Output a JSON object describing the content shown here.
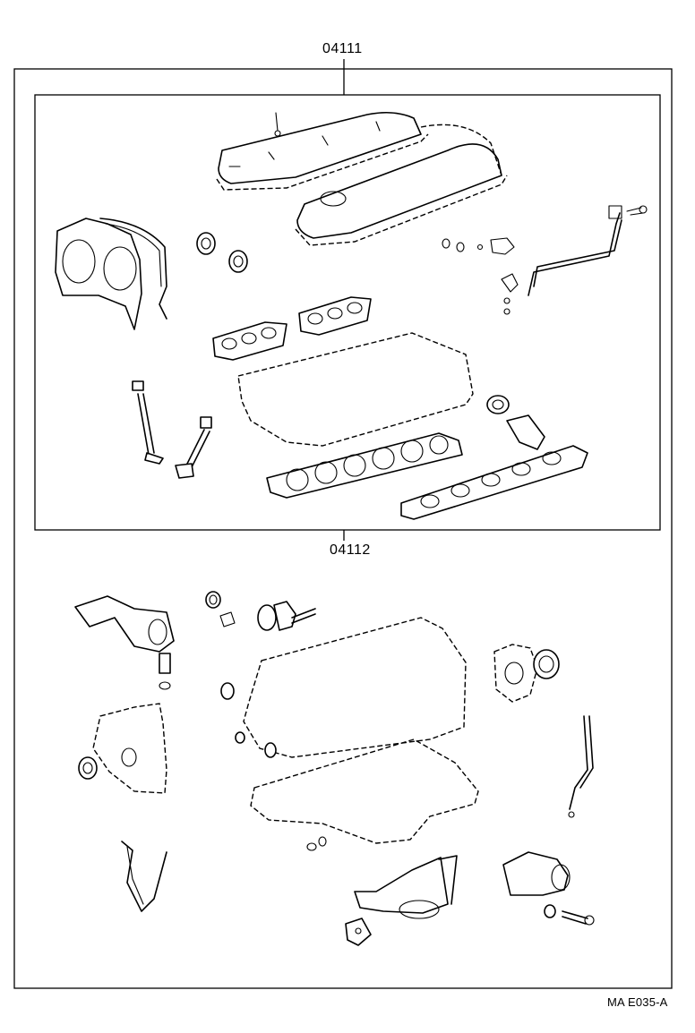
{
  "labels": {
    "outer_kit": "04111",
    "inner_kit": "04112",
    "reference": "MA E035-A"
  },
  "colors": {
    "line": "#000000",
    "background": "#ffffff"
  }
}
